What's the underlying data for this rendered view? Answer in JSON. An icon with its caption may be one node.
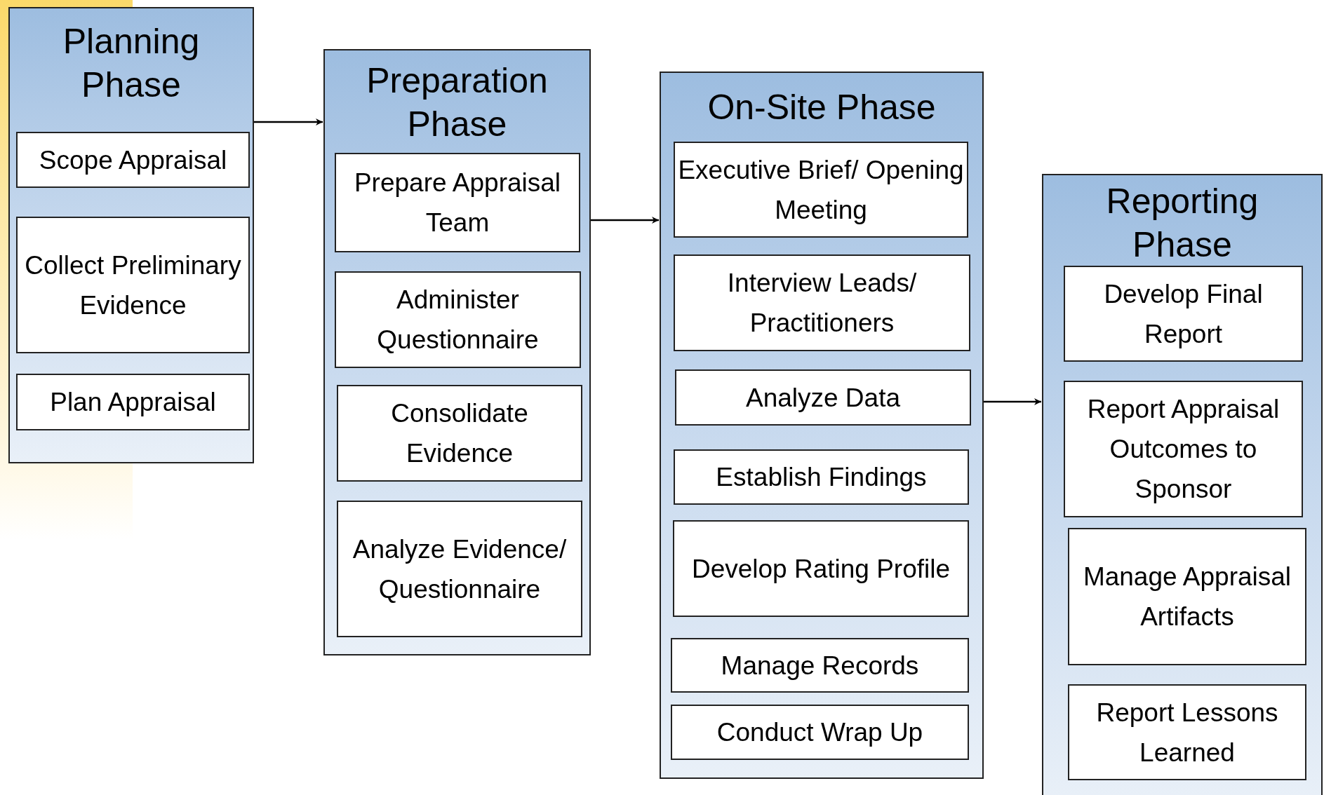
{
  "diagram": {
    "nodes": [
      {
        "text": [
          "Planning Phase"
        ]
      },
      {
        "text": [
          "Scope Appraisal"
        ],
        "in": 0
      },
      {
        "text": [
          "Collect Preliminary Evidence"
        ],
        "in": 0
      },
      {
        "text": [
          "Plan Appraisal"
        ],
        "in": 0
      },
      {
        "text": [
          "Preparation Phase"
        ]
      },
      {
        "text": [
          "Prepare Appraisal Team"
        ],
        "in": 4
      },
      {
        "text": [
          "Administer Questionnaire"
        ],
        "in": 4
      },
      {
        "text": [
          "Consolidate Evidence"
        ],
        "in": 4
      },
      {
        "text": [
          "Analyze Evidence/ Questionnaire"
        ],
        "in": 4
      },
      {
        "text": [
          "On-Site Phase"
        ]
      },
      {
        "text": [
          "Executive Brief/ Opening Meeting"
        ],
        "in": 9
      },
      {
        "text": [
          "Interview Leads/ Practitioners"
        ],
        "in": 9
      },
      {
        "text": [
          "Analyze Data"
        ],
        "in": 9
      },
      {
        "text": [
          "Establish Findings"
        ],
        "in": 9
      },
      {
        "text": [
          "Develop Rating Profile"
        ],
        "in": 9
      },
      {
        "text": [
          "Manage Records"
        ],
        "in": 9
      },
      {
        "text": [
          "Conduct Wrap Up"
        ],
        "in": 9
      },
      {
        "text": [
          "Reporting Phase"
        ]
      },
      {
        "text": [
          "Develop Final Report"
        ],
        "in": 17
      },
      {
        "text": [
          "Report Appraisal Outcomes to Sponsor"
        ],
        "in": 17
      },
      {
        "text": [
          "Manage Appraisal Artifacts"
        ],
        "in": 17
      },
      {
        "text": [
          "Report Lessons Learned"
        ],
        "in": 17
      }
    ],
    "edges": [
      {
        "from": 0,
        "to": 4,
        "arrow": "to"
      },
      {
        "from": 4,
        "to": 9,
        "arrow": "to"
      },
      {
        "from": 9,
        "to": 17,
        "arrow": "to"
      }
    ]
  }
}
